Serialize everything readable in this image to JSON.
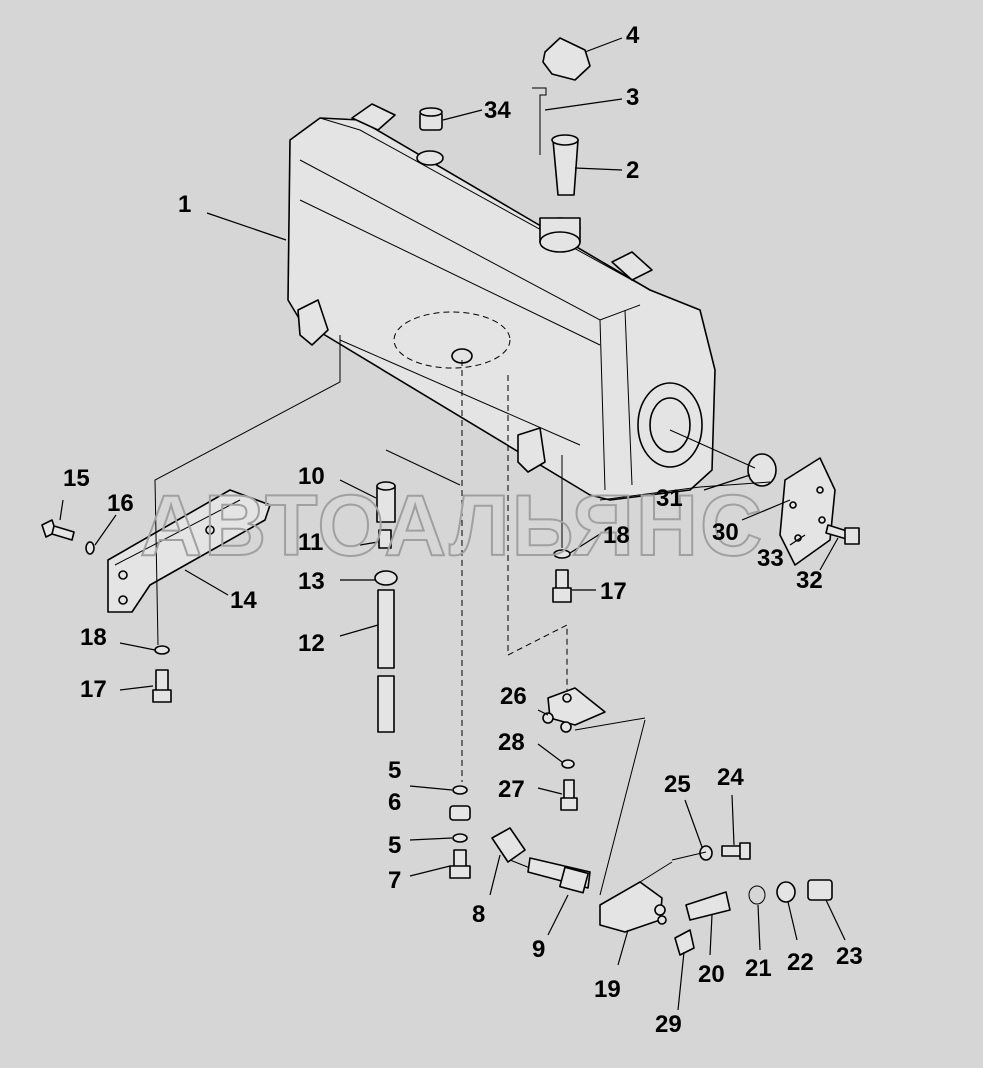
{
  "watermark": "АВТОАЛЬЯНС",
  "callouts": [
    {
      "id": "1",
      "label": "1"
    },
    {
      "id": "2",
      "label": "2"
    },
    {
      "id": "3",
      "label": "3"
    },
    {
      "id": "4",
      "label": "4"
    },
    {
      "id": "5a",
      "label": "5"
    },
    {
      "id": "5b",
      "label": "5"
    },
    {
      "id": "6",
      "label": "6"
    },
    {
      "id": "7",
      "label": "7"
    },
    {
      "id": "8",
      "label": "8"
    },
    {
      "id": "9",
      "label": "9"
    },
    {
      "id": "10",
      "label": "10"
    },
    {
      "id": "11",
      "label": "11"
    },
    {
      "id": "12",
      "label": "12"
    },
    {
      "id": "13",
      "label": "13"
    },
    {
      "id": "14",
      "label": "14"
    },
    {
      "id": "15",
      "label": "15"
    },
    {
      "id": "16",
      "label": "16"
    },
    {
      "id": "17a",
      "label": "17"
    },
    {
      "id": "17b",
      "label": "17"
    },
    {
      "id": "18a",
      "label": "18"
    },
    {
      "id": "18b",
      "label": "18"
    },
    {
      "id": "19",
      "label": "19"
    },
    {
      "id": "20",
      "label": "20"
    },
    {
      "id": "21",
      "label": "21"
    },
    {
      "id": "22",
      "label": "22"
    },
    {
      "id": "23",
      "label": "23"
    },
    {
      "id": "24",
      "label": "24"
    },
    {
      "id": "25",
      "label": "25"
    },
    {
      "id": "26",
      "label": "26"
    },
    {
      "id": "27",
      "label": "27"
    },
    {
      "id": "28",
      "label": "28"
    },
    {
      "id": "29",
      "label": "29"
    },
    {
      "id": "30",
      "label": "30"
    },
    {
      "id": "31",
      "label": "31"
    },
    {
      "id": "32",
      "label": "32"
    },
    {
      "id": "33",
      "label": "33"
    },
    {
      "id": "34",
      "label": "34"
    }
  ]
}
